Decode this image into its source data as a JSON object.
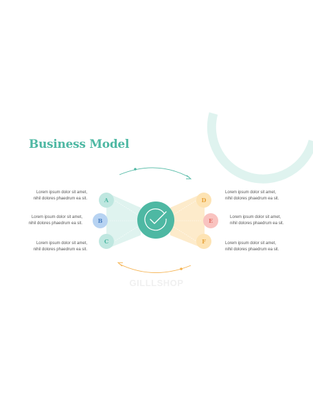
{
  "title": "Business Model",
  "watermark": "GILLLSHOP",
  "colors": {
    "teal": "#4eb8a3",
    "teal_light": "#bfe7e0",
    "blue_light": "#b7d3f2",
    "orange": "#f5c46a",
    "orange_light": "#fde3b3",
    "pink_light": "#f9c3c0",
    "arc": "#dff3ef"
  },
  "center_icon": "checkmark-icon",
  "left_nodes": [
    {
      "letter": "A",
      "line1": "Lorem ipsum dolor sit amet,",
      "line2": "nihil dolores phaedrum ea sit."
    },
    {
      "letter": "B",
      "line1": "Lorem ipsum dolor sit amet,",
      "line2": "nihil dolores phaedrum ea sit."
    },
    {
      "letter": "C",
      "line1": "Lorem ipsum dolor sit amet,",
      "line2": "nihil dolores phaedrum ea sit."
    }
  ],
  "right_nodes": [
    {
      "letter": "D",
      "line1": "Lorem ipsum dolor sit amet,",
      "line2": "nihil dolores phaedrum ea sit."
    },
    {
      "letter": "E",
      "line1": "Lorem ipsum dolor sit amet,",
      "line2": "nihil dolores phaedrum ea sit."
    },
    {
      "letter": "F",
      "line1": "Lorem ipsum dolor sit amet,",
      "line2": "nihil dolores phaedrum ea sit."
    }
  ]
}
